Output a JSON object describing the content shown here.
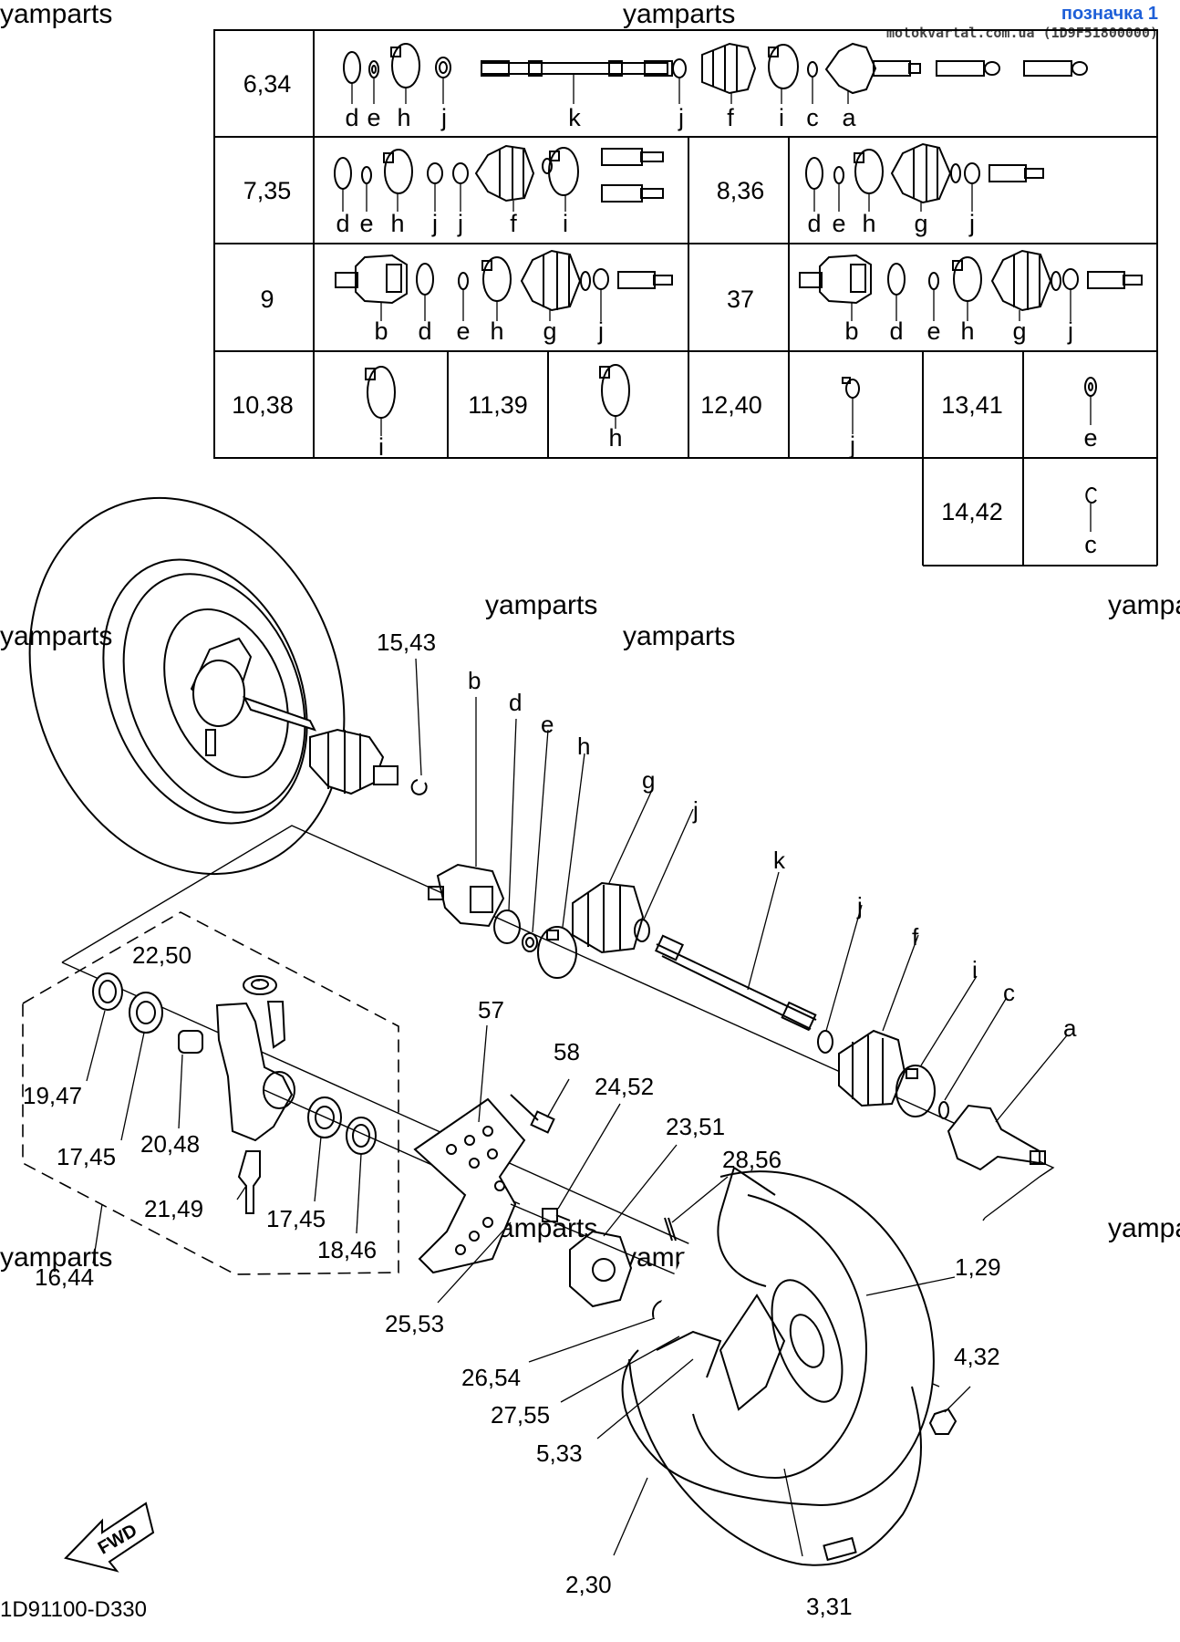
{
  "watermarks": [
    "yamparts",
    "yamparts",
    "yamparts",
    "yamparts",
    "yamparts",
    "yamparts",
    "yamparts",
    "yamparts",
    "yamparts",
    "yamparts",
    "yamparts"
  ],
  "stamp": {
    "label": "позначка 1",
    "source": "motokvartal.com.ua (1D9F51800000)"
  },
  "diagram_code": "1D91100-D330",
  "fwd_label": "FWD",
  "table": {
    "rows": [
      {
        "ref": "6,34",
        "letters": [
          "d",
          "e",
          "h",
          "j",
          "k",
          "j",
          "f",
          "i",
          "c",
          "a"
        ]
      },
      {
        "ref": "7,35",
        "letters": [
          "d",
          "e",
          "h",
          "j",
          "j",
          "f",
          "i"
        ]
      },
      {
        "ref": "8,36",
        "letters": [
          "d",
          "e",
          "h",
          "g",
          "j"
        ]
      },
      {
        "ref": "9",
        "letters": [
          "b",
          "d",
          "e",
          "h",
          "g",
          "j"
        ]
      },
      {
        "ref": "37",
        "letters": [
          "b",
          "d",
          "e",
          "h",
          "g",
          "j"
        ]
      },
      {
        "ref": "10,38",
        "letters": [
          "i"
        ]
      },
      {
        "ref": "11,39",
        "letters": [
          "h"
        ]
      },
      {
        "ref": "12,40",
        "letters": [
          "j"
        ]
      },
      {
        "ref": "13,41",
        "letters": [
          "e"
        ]
      },
      {
        "ref": "14,42",
        "letters": [
          "c"
        ]
      }
    ]
  },
  "callouts": {
    "p15": "15,43",
    "b": "b",
    "d": "d",
    "e": "e",
    "h": "h",
    "g": "g",
    "j1": "j",
    "k": "k",
    "j2": "j",
    "f": "f",
    "i": "i",
    "c": "c",
    "a": "a",
    "p22": "22,50",
    "p19": "19,47",
    "p17a": "17,45",
    "p20": "20,48",
    "p21": "21,49",
    "p17b": "17,45",
    "p18": "18,46",
    "p16": "16,44",
    "p57": "57",
    "p58": "58",
    "p24": "24,52",
    "p23": "23,51",
    "p28": "28,56",
    "p1": "1,29",
    "p25": "25,53",
    "p26": "26,54",
    "p27": "27,55",
    "p5": "5,33",
    "p4": "4,32",
    "p2": "2,30",
    "p3": "3,31"
  }
}
